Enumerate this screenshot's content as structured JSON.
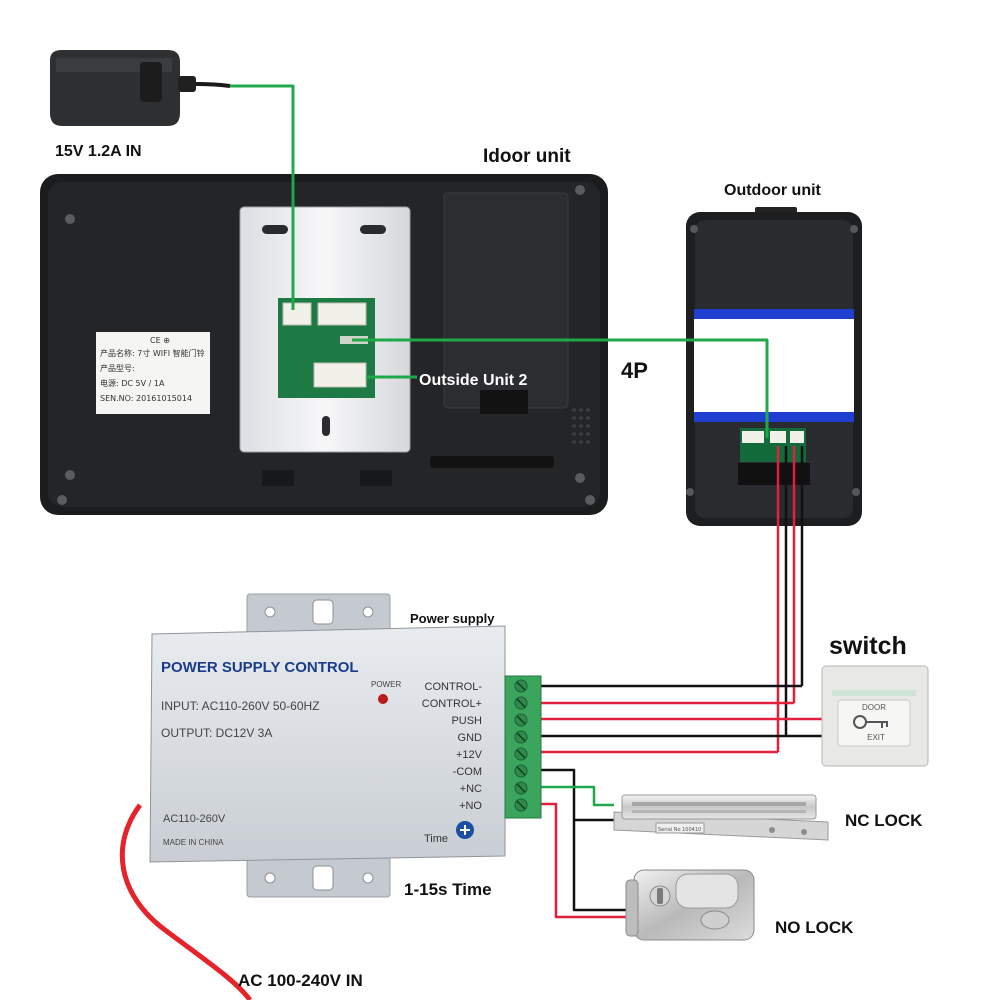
{
  "labels": {
    "adapter_in": "15V 1.2A  IN",
    "indoor_unit": "Idoor unit",
    "outdoor_unit": "Outdoor unit",
    "outside_unit_2": "Outside Unit 2",
    "four_p": "4P",
    "power_supply": "Power supply",
    "switch": "switch",
    "nc_lock": "NC LOCK",
    "no_lock": "NO LOCK",
    "time_range": "1-15s Time",
    "ac_in": "AC 100-240V IN"
  },
  "indoor_sticker": {
    "row1": "产品名称: 7寸 WIFI 智能门铃",
    "row2": "产品型号:",
    "row3": "电源:    DC  5V / 1A",
    "row4": "SEN.NO:  20161015014"
  },
  "psu": {
    "title": "POWER SUPPLY CONTROL",
    "input": "INPUT: AC110-260V 50-60HZ",
    "output": "OUTPUT:  DC12V  3A",
    "power": "POWER",
    "ac": "AC110-260V",
    "made": "MADE IN CHINA",
    "time": "Time",
    "terminals": [
      "CONTROL-",
      "CONTROL+",
      "PUSH",
      "GND",
      "+12V",
      "-COM",
      "+NC",
      "+NO"
    ]
  },
  "exit_button": {
    "top": "DOOR",
    "bottom": "EXIT"
  },
  "nc_lock_label": "Serial No 100410",
  "colors": {
    "green_wire": "#1fa84a",
    "red_wire": "#e0203c",
    "black_wire": "#111111",
    "ac_cable": "#e4232b",
    "psu_title": "#1a3d8a",
    "blue_band": "#1e3fd0"
  }
}
